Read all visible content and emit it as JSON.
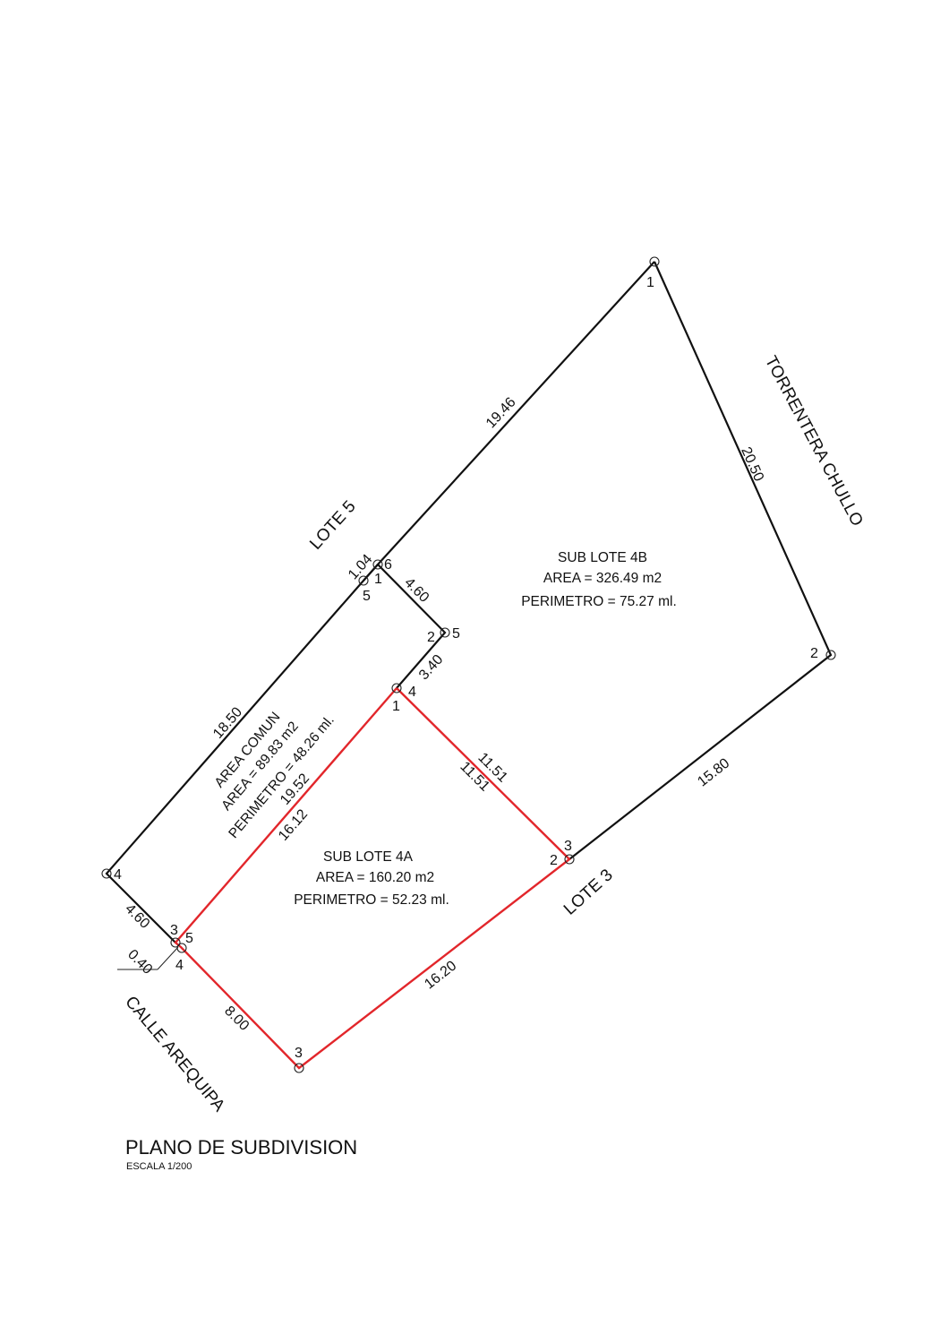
{
  "title": "PLANO DE SUBDIVISION",
  "scale": "ESCALA 1/200",
  "streets": {
    "torrentera": "TORRENTERA CHULLO",
    "calle": "CALLE AREQUIPA",
    "lote5": "LOTE 5",
    "lote3": "LOTE 3"
  },
  "parcels": {
    "sub4b": {
      "name": "SUB LOTE 4B",
      "area": "AREA = 326.49 m2",
      "perimetro": "PERIMETRO = 75.27 ml."
    },
    "sub4a": {
      "name": "SUB LOTE 4A",
      "area": "AREA = 160.20 m2",
      "perimetro": "PERIMETRO = 52.23 ml."
    },
    "comun": {
      "name": "AREA COMUN",
      "area": "AREA = 89.83 m2",
      "perimetro": "PERIMETRO = 48.26 ml."
    }
  },
  "dimensions": {
    "d1946": "19.46",
    "d2050": "20.50",
    "d1580": "15.80",
    "d1850": "18.50",
    "d104": "1.04",
    "d460a": "4.60",
    "d340": "3.40",
    "d1151a": "11.51",
    "d1151b": "11.51",
    "d1952": "19.52",
    "d1612": "16.12",
    "d1620": "16.20",
    "d800": "8.00",
    "d460b": "4.60",
    "d040": "0.40"
  },
  "vertices": {
    "b1": "1",
    "b2": "2",
    "b6": "6",
    "c1": "1",
    "c5": "5",
    "b5": "5",
    "c2": "2",
    "b4": "4",
    "a1": "1",
    "b3": "3",
    "a2": "2",
    "c4": "4",
    "c3": "3",
    "a5": "5",
    "a4": "4",
    "a3": "3"
  }
}
